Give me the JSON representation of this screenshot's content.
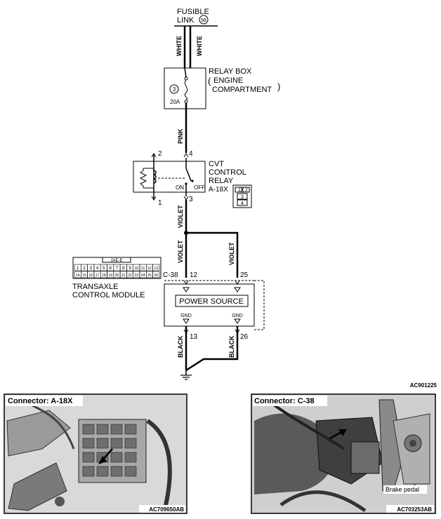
{
  "fusible_link": {
    "line1": "FUSIBLE",
    "line2": "LINK",
    "number": "56"
  },
  "wires": {
    "white_a": "WHITE",
    "white_b": "WHITE",
    "pink": "PINK",
    "violet_1": "VIOLET",
    "violet_2": "VIOLET",
    "violet_3": "VIOLET",
    "black_1": "BLACK",
    "black_2": "BLACK"
  },
  "relay_box": {
    "line1": "RELAY BOX",
    "line2": "ENGINE",
    "line3": "COMPARTMENT",
    "fuse_number": "3",
    "fuse_rating": "20A"
  },
  "cvt_relay": {
    "line1": "CVT",
    "line2": "CONTROL",
    "line3": "RELAY",
    "connector": "A-18X",
    "pin_2": "2",
    "pin_4": "4",
    "pin_1": "1",
    "pin_3": "3",
    "on": "ON",
    "off": "OFF",
    "conn_pins": [
      "1",
      "2",
      "3",
      "4"
    ]
  },
  "tcm": {
    "connector_code": "JAE-E",
    "row1": [
      "1",
      "2",
      "3",
      "4",
      "5",
      "6",
      "7",
      "8",
      "9",
      "10",
      "11",
      "12",
      "13"
    ],
    "row2": [
      "14",
      "15",
      "16",
      "17",
      "18",
      "19",
      "20",
      "21",
      "22",
      "23",
      "24",
      "25",
      "26"
    ],
    "line1": "TRANSAXLE",
    "line2": "CONTROL MODULE",
    "connector": "C-38",
    "pin_12": "12",
    "pin_25": "25",
    "pin_13": "13",
    "pin_26": "26",
    "power_source": "POWER SOURCE",
    "gnd_1": "GND",
    "gnd_2": "GND"
  },
  "diagram_id": "AC901225",
  "photo_left": {
    "title": "Connector: A-18X",
    "id": "AC709650AB"
  },
  "photo_right": {
    "title": "Connector: C-38",
    "id": "AC703253AB",
    "label": "Brake pedal"
  }
}
